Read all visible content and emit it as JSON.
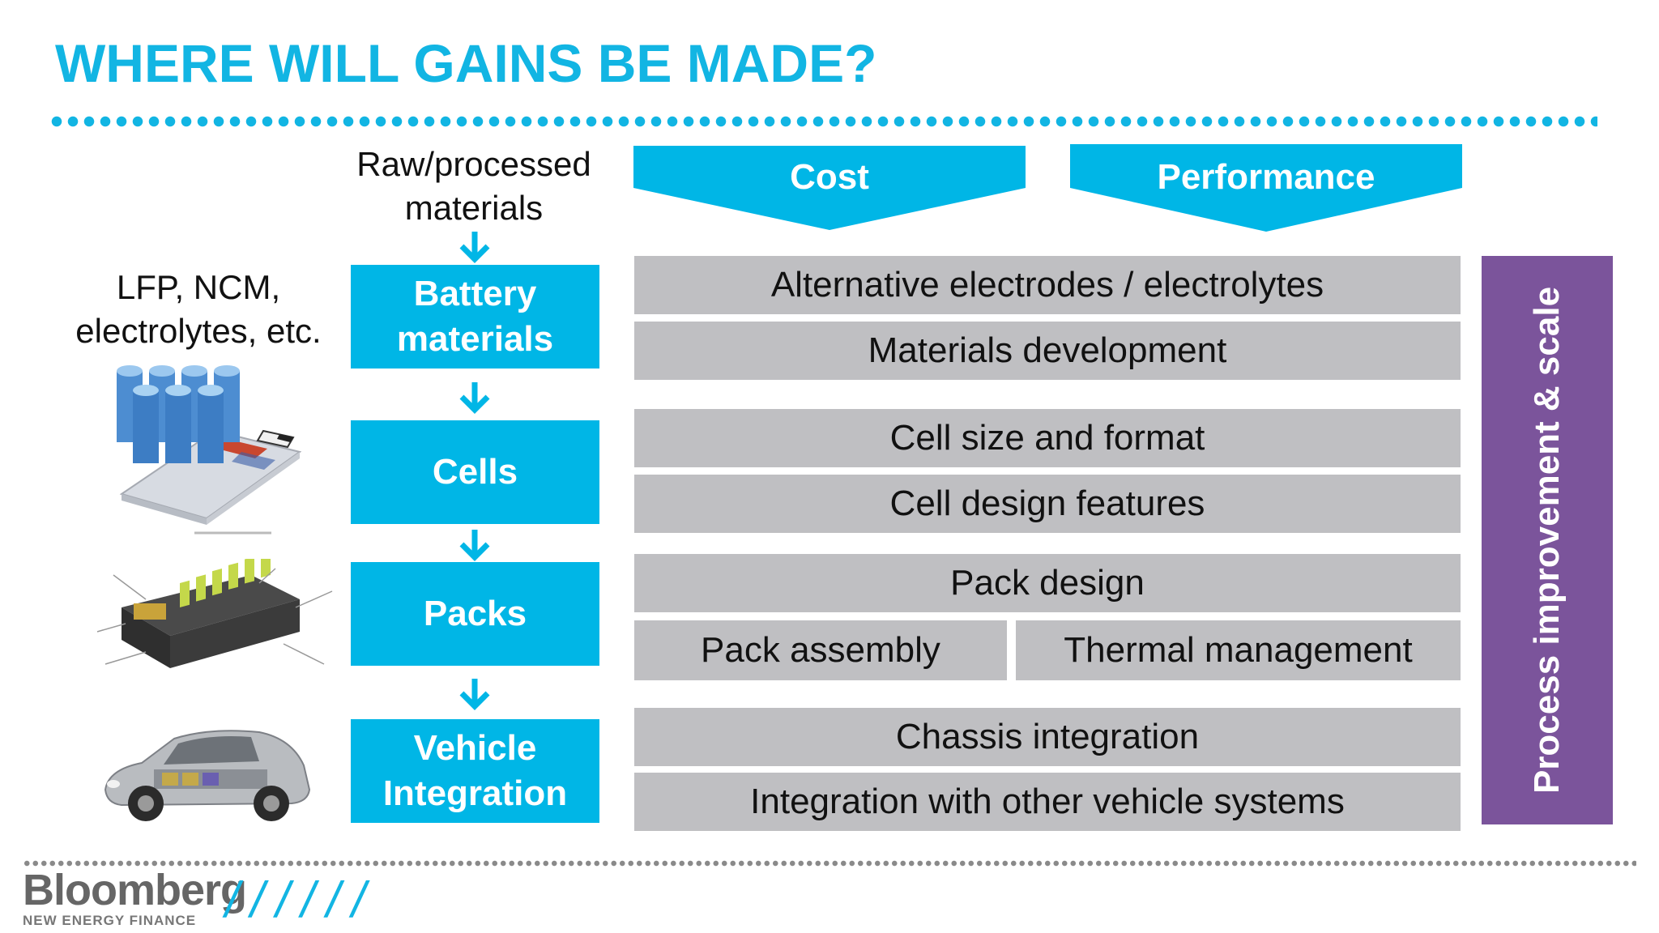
{
  "title": "WHERE WILL GAINS BE MADE?",
  "left_labels": {
    "materials_line1": "Raw/processed",
    "materials_line2": "materials",
    "chem_line1": "LFP, NCM,",
    "chem_line2": "electrolytes, etc."
  },
  "stages": [
    {
      "line1": "Battery",
      "line2": "materials"
    },
    {
      "line1": "Cells",
      "line2": ""
    },
    {
      "line1": "Packs",
      "line2": ""
    },
    {
      "line1": "Vehicle",
      "line2": "Integration"
    }
  ],
  "chevrons": {
    "cost": "Cost",
    "performance": "Performance"
  },
  "bars": {
    "alt_electrodes": "Alternative electrodes / electrolytes",
    "materials_dev": "Materials development",
    "cell_size": "Cell size and format",
    "cell_design": "Cell design features",
    "pack_design": "Pack design",
    "pack_assembly": "Pack assembly",
    "thermal": "Thermal management",
    "chassis": "Chassis integration",
    "integration_other": "Integration with other vehicle systems"
  },
  "side_label": "Process improvement & scale",
  "footer": {
    "brand": "Bloomberg",
    "brand_sub": "NEW ENERGY FINANCE",
    "slashes": "//////"
  },
  "colors": {
    "accent_blue": "#00b6e6",
    "title_blue": "#12b5e3",
    "bar_grey": "#bfbfc2",
    "purple": "#7b549b"
  },
  "icons": [
    "cylindrical-cells-image",
    "pouch-cell-image",
    "battery-pack-image",
    "electric-car-image",
    "down-arrow-icon"
  ]
}
